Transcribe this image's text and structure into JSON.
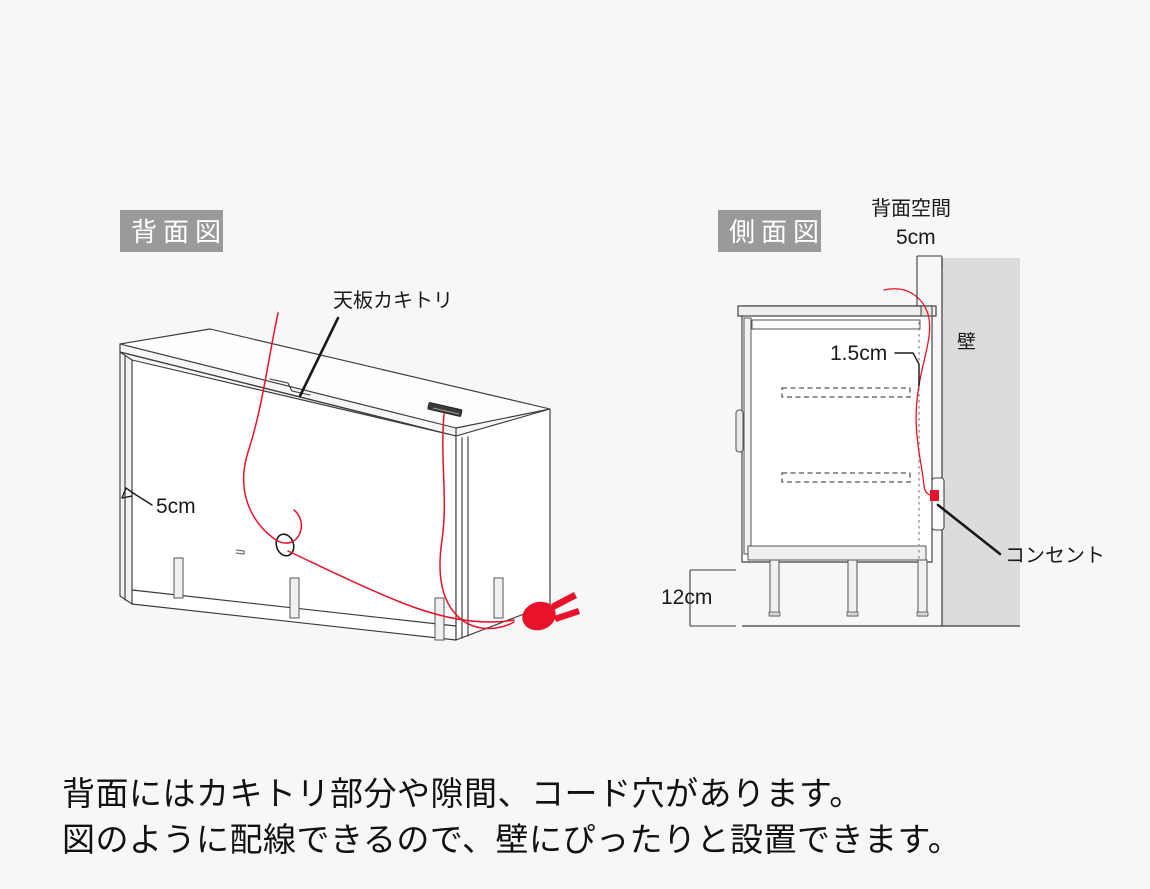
{
  "page": {
    "background_color": "#f7f7f7",
    "accent_color": "#e8122b",
    "badge_color": "#9a9a9a",
    "wall_color": "#dcdcdc",
    "line_color": "#3b3b3b"
  },
  "back_view": {
    "badge_label": "背面図",
    "annotations": {
      "top_cutout": "天板カキトリ",
      "side_gap": "5cm"
    },
    "parts": {
      "cord_hole": "cord-hole",
      "top_notch": "top-panel-notch",
      "power_plug": "power-plug"
    }
  },
  "side_view": {
    "badge_label": "側面図",
    "annotations": {
      "rear_space_title": "背面空間",
      "rear_space_value": "5cm",
      "shelf_gap": "1.5cm",
      "leg_height": "12cm",
      "wall": "壁",
      "outlet": "コンセント"
    }
  },
  "caption": {
    "line1": "背面にはカキトリ部分や隙間、コード穴があります。",
    "line2": "図のように配線できるので、壁にぴったりと設置できます。"
  }
}
